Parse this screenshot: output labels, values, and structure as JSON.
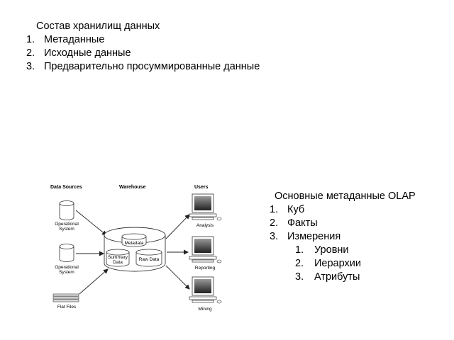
{
  "warehouse_list": {
    "title": "Состав хранилищ данных",
    "items": [
      {
        "num": "1.",
        "label": "Метаданные"
      },
      {
        "num": "2.",
        "label": "Исходные данные"
      },
      {
        "num": "3.",
        "label": "Предварительно просуммированные данные"
      }
    ]
  },
  "olap_list": {
    "title": "Основные метаданные OLAP",
    "items": [
      {
        "num": "1.",
        "label": "Куб"
      },
      {
        "num": "2.",
        "label": "Факты"
      },
      {
        "num": "3.",
        "label": "Измерения"
      }
    ],
    "subitems": [
      {
        "num": "1.",
        "label": "Уровни"
      },
      {
        "num": "2.",
        "label": "Иерархии"
      },
      {
        "num": "3.",
        "label": "Атрибуты"
      }
    ]
  },
  "diagram": {
    "headers": {
      "sources": "Data Sources",
      "warehouse": "Warehouse",
      "users": "Users"
    },
    "sources": {
      "op1_line1": "Operational",
      "op1_line2": "System",
      "op2_line1": "Operational",
      "op2_line2": "System",
      "flat": "Flat Files"
    },
    "warehouse": {
      "metadata": "Metadata",
      "summary_line1": "Summary",
      "summary_line2": "Data",
      "raw": "Raw Data"
    },
    "users": {
      "analysis": "Analysis",
      "reporting": "Reporting",
      "mining": "Mining"
    }
  }
}
